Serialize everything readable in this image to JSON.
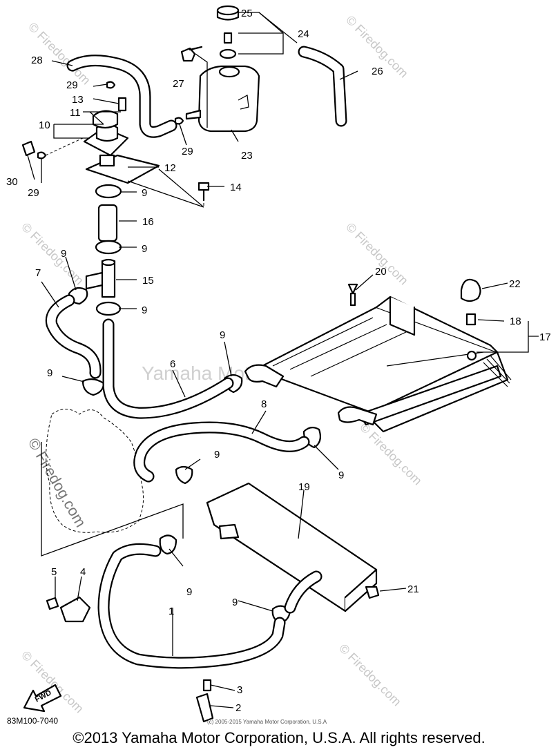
{
  "watermark": {
    "tiled_text": "© Firedog.com",
    "center_text": "Yamaha Motor Corp, U.S.A.",
    "side_text": "© Firedog.com"
  },
  "diagram": {
    "code": "83M100-7040",
    "arrow_label": "FWD",
    "small_note": "(c) 2005-2015 Yamaha Motor Corporation, U.S.A",
    "callouts": {
      "c1": "1",
      "c2": "2",
      "c3": "3",
      "c4": "4",
      "c5": "5",
      "c6": "6",
      "c7": "7",
      "c8": "8",
      "c9": "9",
      "c10": "10",
      "c11": "11",
      "c12": "12",
      "c13": "13",
      "c14": "14",
      "c15": "15",
      "c16": "16",
      "c17": "17",
      "c18": "18",
      "c19": "19",
      "c20": "20",
      "c21": "21",
      "c22": "22",
      "c23": "23",
      "c24": "24",
      "c25": "25",
      "c26": "26",
      "c27": "27",
      "c28": "28",
      "c29": "29",
      "c30": "30"
    }
  },
  "footer": {
    "copyright": "©2013 Yamaha Motor Corporation, U.S.A. All rights reserved."
  }
}
